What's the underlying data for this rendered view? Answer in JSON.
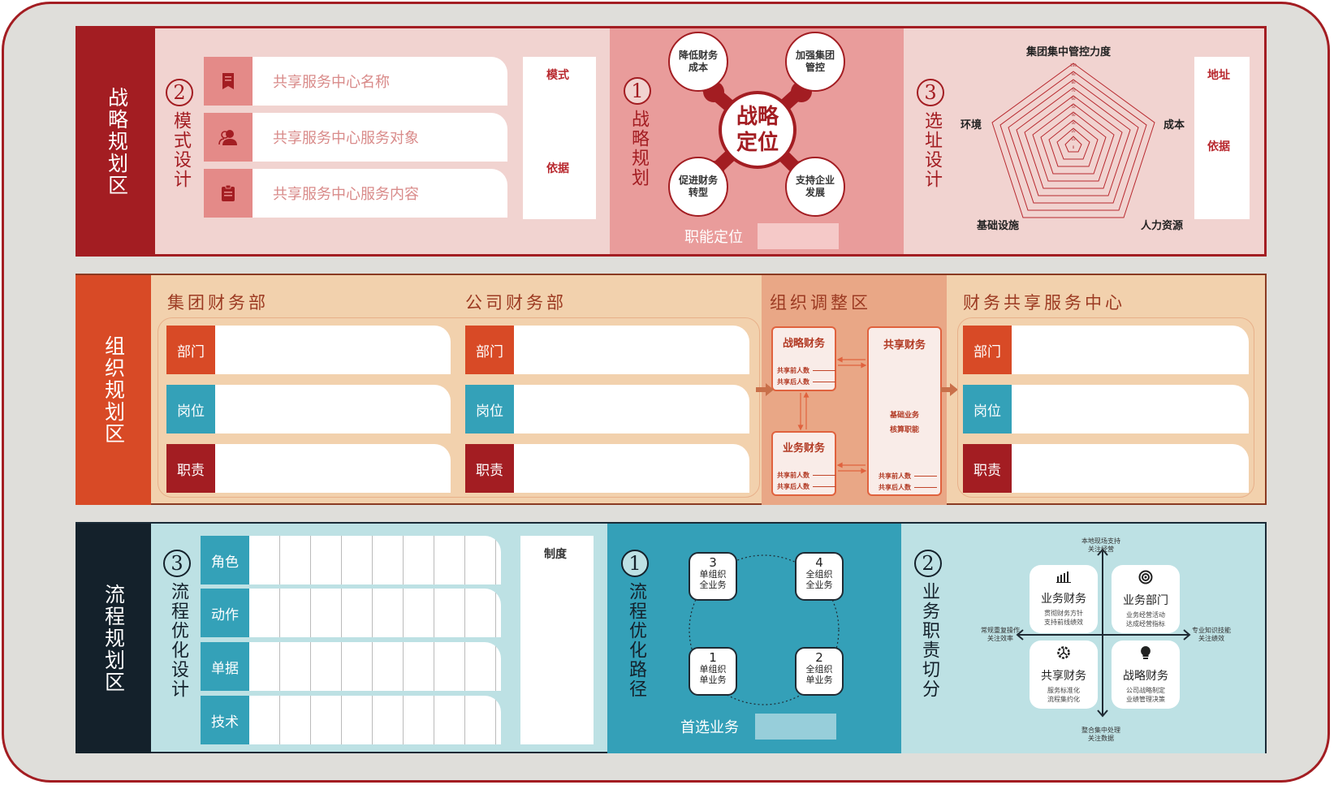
{
  "colors": {
    "frame_border": "#a31d22",
    "frame_bg": "#dfdeda",
    "strategy_red": "#a31d22",
    "strategy_light": "#f1d3d0",
    "strategy_mid": "#e99c9b",
    "org_orange": "#d84a26",
    "org_light": "#f2d1ad",
    "org_adjust": "#e9a786",
    "teal": "#34a1b8",
    "teal_light": "#bde1e4",
    "process_dark": "#14212b"
  },
  "strategy_zone": {
    "side_label": "战略规划区",
    "mode_design": {
      "number": "2",
      "title": "模式设计",
      "items": [
        {
          "icon": "bookmark-list-icon",
          "label": "共享服务中心名称"
        },
        {
          "icon": "users-icon",
          "label": "共享服务中心服务对象"
        },
        {
          "icon": "clipboard-icon",
          "label": "共享服务中心服务内容"
        }
      ],
      "notes": {
        "label_1": "模式",
        "label_2": "依据"
      }
    },
    "strategic_planning": {
      "number": "1",
      "title": "战略规划",
      "center": "战略定位",
      "bubbles": [
        "降低财务成本",
        "加强集团管控",
        "促进财务转型",
        "支持企业发展"
      ],
      "bubble_lines": [
        [
          "降低财务",
          "成本"
        ],
        [
          "加强集团",
          "管控"
        ],
        [
          "促进财务",
          "转型"
        ],
        [
          "支持企业",
          "发展"
        ]
      ],
      "function_label": "职能定位"
    },
    "site_design": {
      "number": "3",
      "title": "选址设计",
      "notes": {
        "label_1": "地址",
        "label_2": "依据"
      }
    }
  },
  "chart_data": {
    "type": "radar",
    "title": "",
    "axes": [
      "集团集中管控力度",
      "成本",
      "人力资源",
      "基础设施",
      "环境"
    ],
    "scale_ticks": [
      0,
      10,
      20,
      30,
      40,
      50,
      60,
      70,
      80,
      90,
      100
    ],
    "range": [
      0,
      100
    ],
    "series": [],
    "grid": true
  },
  "org_zone": {
    "side_label": "组织规划区",
    "group_finance": {
      "title": "集团财务部",
      "rows": [
        "部门",
        "岗位",
        "职责"
      ]
    },
    "company_finance": {
      "title": "公司财务部",
      "rows": [
        "部门",
        "岗位",
        "职责"
      ]
    },
    "adjust_zone": {
      "title": "组织调整区",
      "strategic_finance": {
        "title": "战略财务",
        "before": "共享前人数",
        "after": "共享后人数"
      },
      "business_finance": {
        "title": "业务财务",
        "before": "共享前人数",
        "after": "共享后人数"
      },
      "shared_finance": {
        "title": "共享财务",
        "line_1": "基础业务",
        "line_2": "核算职能",
        "before": "共享前人数",
        "after": "共享后人数"
      }
    },
    "ssc": {
      "title": "财务共享服务中心",
      "rows": [
        "部门",
        "岗位",
        "职责"
      ]
    }
  },
  "process_zone": {
    "side_label": "流程规划区",
    "process_design": {
      "number": "3",
      "title": "流程优化设计",
      "rows": [
        "角色",
        "动作",
        "单据",
        "技术"
      ],
      "note": "制度"
    },
    "optimization_path": {
      "number": "1",
      "title": "流程优化路径",
      "boxes": [
        {
          "n": "3",
          "l1": "单组织",
          "l2": "全业务"
        },
        {
          "n": "4",
          "l1": "全组织",
          "l2": "全业务"
        },
        {
          "n": "1",
          "l1": "单组织",
          "l2": "单业务"
        },
        {
          "n": "2",
          "l1": "全组织",
          "l2": "单业务"
        }
      ],
      "preferred_label": "首选业务"
    },
    "role_split": {
      "number": "2",
      "title": "业务职责切分",
      "axis_top": [
        "本地现场支持",
        "关注经营"
      ],
      "axis_bottom": [
        "整合集中处理",
        "关注数据"
      ],
      "axis_left": [
        "常规重复操作",
        "关注效率"
      ],
      "axis_right": [
        "专业知识技能",
        "关注绩效"
      ],
      "quadrants": [
        {
          "icon": "bar-chart-icon",
          "title": "业务财务",
          "l1": "贯彻财务方针",
          "l2": "支持前线绩效"
        },
        {
          "icon": "target-icon",
          "title": "业务部门",
          "l1": "业务经营活动",
          "l2": "达成经营指标"
        },
        {
          "icon": "gear-icon",
          "title": "共享财务",
          "l1": "服务标准化",
          "l2": "流程集约化"
        },
        {
          "icon": "lightbulb-icon",
          "title": "战略财务",
          "l1": "公司战略制定",
          "l2": "业绩管理决策"
        }
      ]
    }
  }
}
